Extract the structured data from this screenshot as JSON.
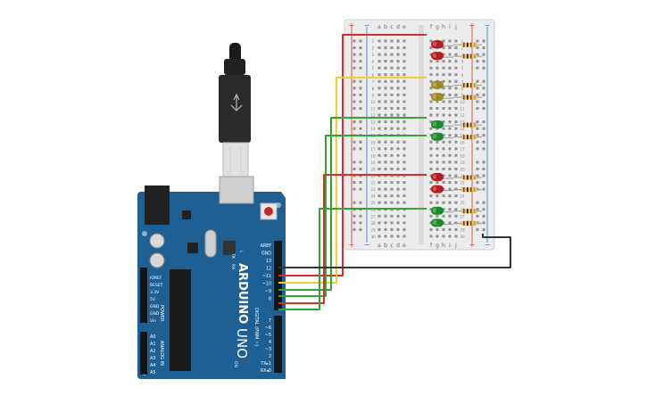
{
  "breadboard": {
    "col_letters_left": [
      "a",
      "b",
      "c",
      "d",
      "e"
    ],
    "col_letters_right": [
      "f",
      "g",
      "h",
      "i",
      "j"
    ],
    "rail_plus": "+",
    "rail_minus": "−",
    "row_numbers": [
      "1",
      "2",
      "3",
      "4",
      "5",
      "6",
      "7",
      "8",
      "9",
      "10",
      "11",
      "12",
      "13",
      "14",
      "15",
      "16",
      "17",
      "18",
      "19",
      "20",
      "21",
      "22",
      "23",
      "24",
      "25",
      "26",
      "27",
      "28",
      "29",
      "30"
    ]
  },
  "leds": {
    "colors": [
      "#b71c1c",
      "#b71c1c",
      "#9e8a20",
      "#9e8a20",
      "#1b8a2a",
      "#1b8a2a",
      "#b71c1c",
      "#b71c1c",
      "#1b8a2a",
      "#1b8a2a"
    ]
  },
  "wires": {
    "colors": {
      "red": "#d32f2f",
      "yellow": "#f2cf2e",
      "green": "#33a532",
      "black": "#333333"
    }
  },
  "arduino": {
    "brand": "ARDUINO",
    "model": "UNO",
    "power_header": [
      "IOREF",
      "RESET",
      "3.3V",
      "5V",
      "GND",
      "GND",
      "Vin"
    ],
    "power_label": "POWER",
    "analog_header": [
      "A0",
      "A1",
      "A2",
      "A3",
      "A4",
      "A5"
    ],
    "analog_label": "ANALOG IN",
    "top_header": [
      "AREF",
      "GND",
      "13",
      "12",
      "~11",
      "~10",
      "~9",
      "8"
    ],
    "bottom_header": [
      "7",
      "~6",
      "~5",
      "4",
      "~3",
      "2",
      "TX▸1",
      "RX◂0"
    ],
    "digital_label": "DIGITAL (PWM ~)",
    "led_labels": [
      "L",
      "TX",
      "RX",
      "ON"
    ]
  }
}
